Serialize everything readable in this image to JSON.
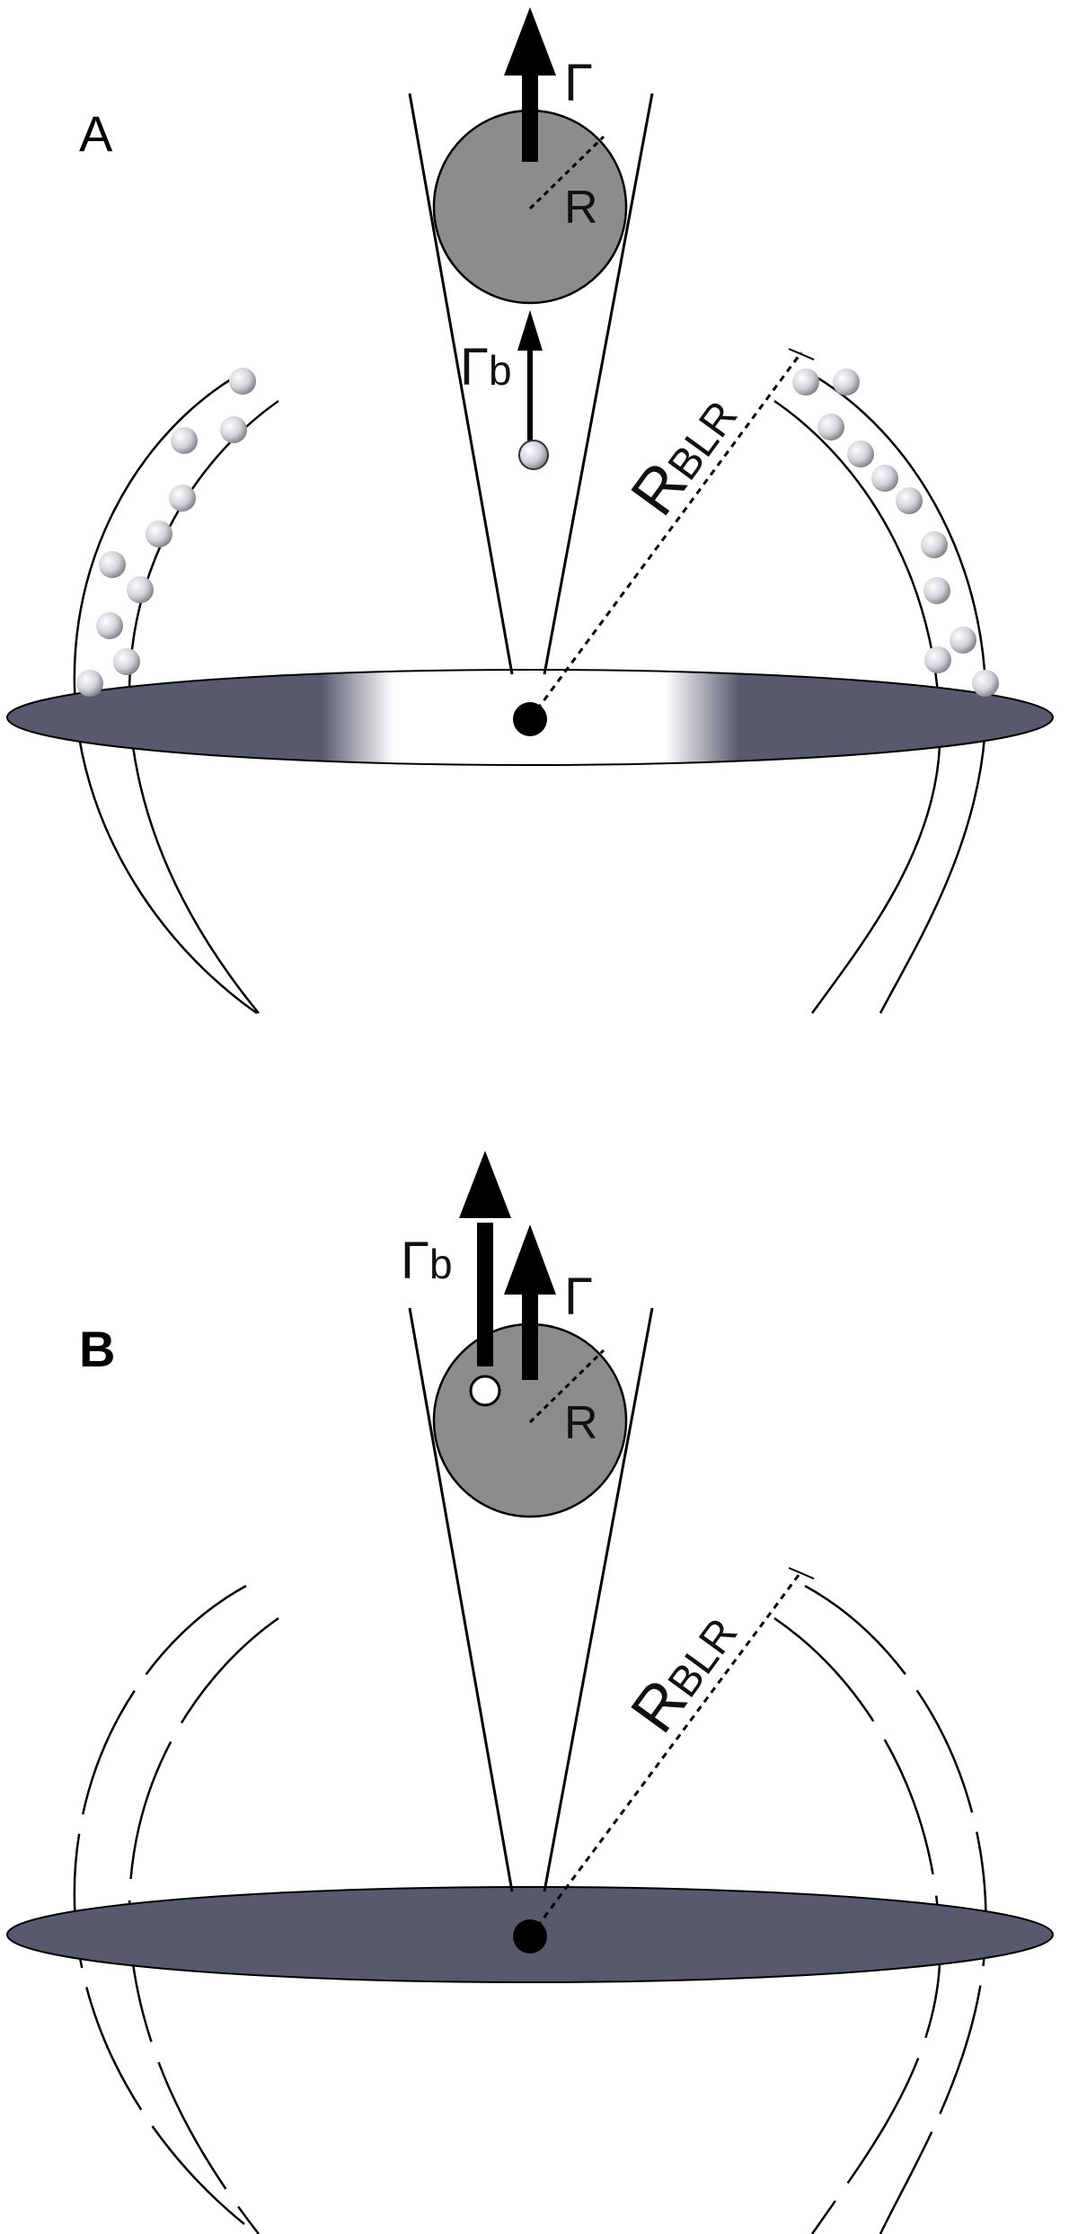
{
  "panels": [
    {
      "letter": "A",
      "labels": {
        "gamma": "Γ",
        "gamma_b": "Γ",
        "gamma_b_sub": "b",
        "blob_radius": "R",
        "blr_main": "R",
        "blr_sub": "BLR"
      },
      "state": "clouds present"
    },
    {
      "letter": "B",
      "labels": {
        "gamma": "Γ",
        "gamma_b": "Γ",
        "gamma_b_sub": "b",
        "blob_radius": "R",
        "blr_main": "R",
        "blr_sub": "BLR"
      },
      "state": "clouds dispersed"
    }
  ],
  "colors": {
    "disk": "#575a6e",
    "blob": "#8c8c8c",
    "line": "#000000",
    "cloud_light": "#ffffff",
    "cloud_dark": "#70707a"
  },
  "icons": {
    "gamma_arrow": "up-arrow-icon",
    "gamma_b_arrow": "up-arrow-icon",
    "cloud": "sphere-icon",
    "black_hole": "filled-circle-icon"
  }
}
